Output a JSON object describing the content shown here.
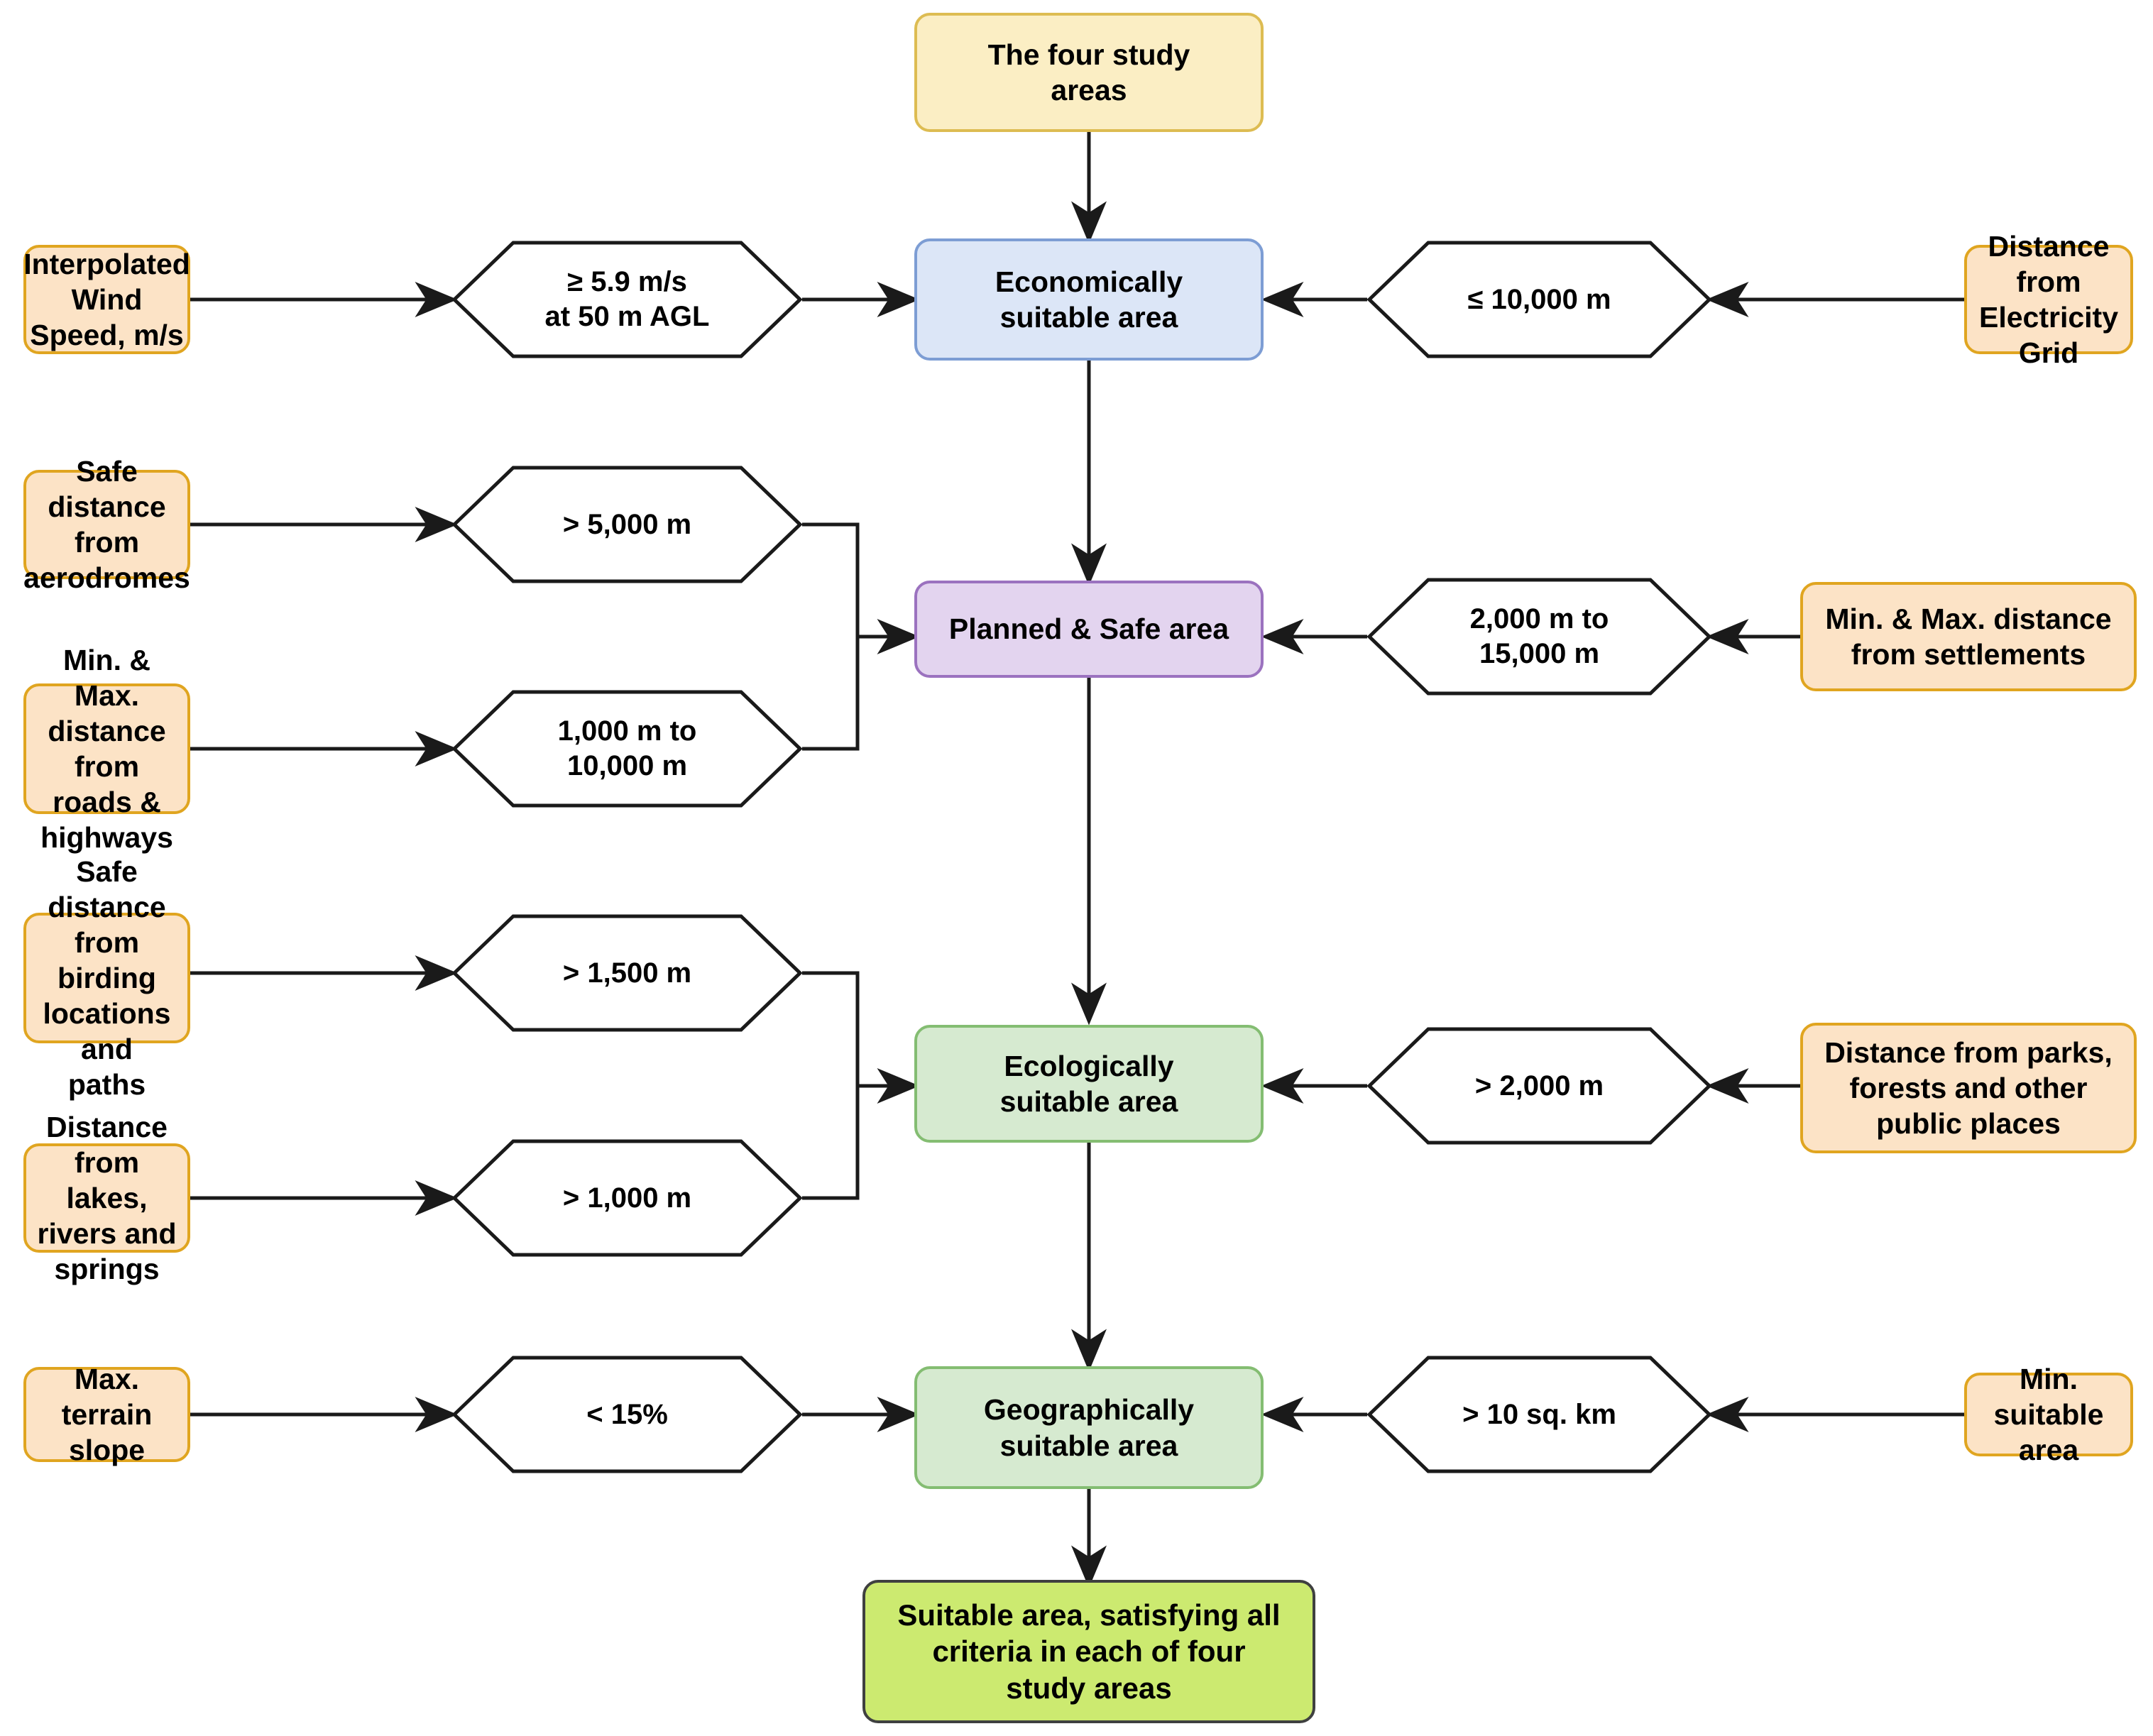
{
  "diagram": {
    "title": "Wind farm site suitability criteria flowchart",
    "colors": {
      "source_fill": "#fce3c6",
      "source_border": "#e0a520",
      "start_fill": "#fbeec4",
      "start_border": "#ddbc52",
      "economic_fill": "#dce6f7",
      "economic_border": "#7d9dd4",
      "planned_fill": "#e3d4ef",
      "planned_border": "#9b72bf",
      "ecological_fill": "#d6ead0",
      "ecological_border": "#84bd72",
      "final_fill": "#ccea70",
      "final_border": "#3f4040",
      "hexagon_fill": "#ffffff",
      "hexagon_border": "#1a1a1a",
      "connector": "#1a1a1a"
    },
    "start_node": {
      "label": "The four study\nareas"
    },
    "result_node": {
      "label": "Suitable area, satisfying all\ncriteria in each of four\nstudy areas"
    },
    "stages": [
      {
        "id": "economically-suitable-area",
        "label": "Economically\nsuitable area",
        "left_inputs": [
          {
            "source": "Interpolated Wind\nSpeed, m/s",
            "condition": "≥ 5.9 m/s\nat 50 m AGL"
          }
        ],
        "right_inputs": [
          {
            "source": "Distance from\nElectricity Grid",
            "condition": "≤ 10,000 m"
          }
        ]
      },
      {
        "id": "planned-and-safe-area",
        "label": "Planned & Safe area",
        "left_inputs": [
          {
            "source": "Safe distance from\naerodromes",
            "condition": "> 5,000 m"
          },
          {
            "source": "Min. & Max. distance\nfrom roads &\nhighways",
            "condition": "1,000 m to\n10,000 m"
          }
        ],
        "right_inputs": [
          {
            "source": "Min. & Max. distance\nfrom settlements",
            "condition": "2,000 m to\n15,000 m"
          }
        ]
      },
      {
        "id": "ecologically-suitable-area",
        "label": "Ecologically\nsuitable area",
        "left_inputs": [
          {
            "source": "Safe distance from\nbirding locations and\npaths",
            "condition": "> 1,500 m"
          },
          {
            "source": "Distance from lakes,\nrivers and springs",
            "condition": "> 1,000 m"
          }
        ],
        "right_inputs": [
          {
            "source": "Distance from parks,\nforests and other\npublic places",
            "condition": "> 2,000 m"
          }
        ]
      },
      {
        "id": "geographically-suitable-area",
        "label": "Geographically\nsuitable area",
        "left_inputs": [
          {
            "source": "Max. terrain slope",
            "condition": "< 15%"
          }
        ],
        "right_inputs": [
          {
            "source": "Min. suitable area",
            "condition": "> 10 sq. km"
          }
        ]
      }
    ]
  }
}
